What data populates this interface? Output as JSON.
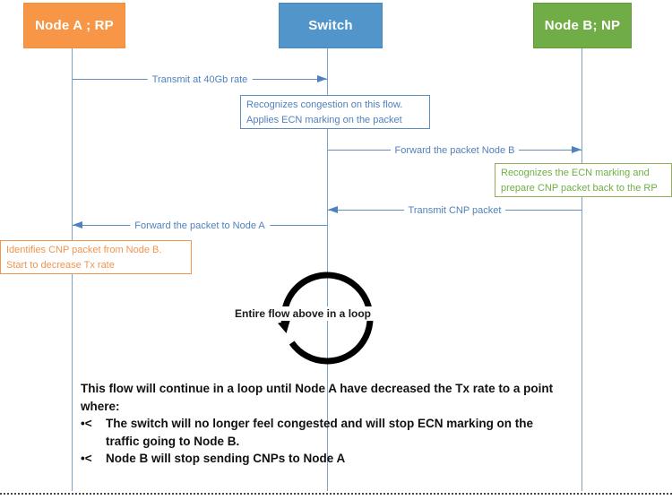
{
  "actors": [
    {
      "id": "node-a",
      "label": "Node A ; RP",
      "role": "reaction-point",
      "fill": "#F79646"
    },
    {
      "id": "switch",
      "label": "Switch",
      "role": "congestion-point",
      "fill": "#5295CB"
    },
    {
      "id": "node-b",
      "label": "Node B; NP",
      "role": "notification-point",
      "fill": "#70AD47"
    }
  ],
  "messages": [
    {
      "label": "Transmit at 40Gb rate",
      "from": "Node A ; RP",
      "to": "Switch",
      "direction": "right"
    },
    {
      "label": "Forward the packet Node B",
      "from": "Switch",
      "to": "Node B; NP",
      "direction": "right"
    },
    {
      "label": "Transmit CNP packet",
      "from": "Node B; NP",
      "to": "Switch",
      "direction": "left"
    },
    {
      "label": "Forward the packet to Node A",
      "from": "Switch",
      "to": "Node A ; RP",
      "direction": "left"
    }
  ],
  "notes": [
    {
      "id": "switch-congestion-note",
      "color": "#4F81BD",
      "lines": [
        "Recognizes congestion on this flow.",
        "Applies ECN marking on the packet"
      ]
    },
    {
      "id": "node-b-ecn-note",
      "color": "#6FAF44",
      "lines": [
        "Recognizes the ECN marking and",
        "prepare CNP packet back to the RP"
      ]
    },
    {
      "id": "node-a-cnp-note",
      "color": "#F0954F",
      "lines": [
        "Identifies CNP packet from Node B.",
        "Start to decrease Tx rate"
      ]
    }
  ],
  "loop": {
    "label": "Entire flow above in a loop"
  },
  "footer": {
    "intro": "This flow will continue in a loop until Node A have decreased the Tx rate to a point where:",
    "bullets": [
      {
        "marker": "•<",
        "text": "The switch will no longer feel congested and will stop ECN marking on the traffic going to Node B."
      },
      {
        "marker": "•<",
        "text": "Node B will stop sending CNPs to Node A"
      }
    ]
  },
  "colors": {
    "node_a_orange": "#F79646",
    "switch_blue": "#5295CB",
    "node_b_green": "#70AD47",
    "message_line_blue": "#628FBE",
    "message_text_blue": "#4F81BD",
    "lifeline_blue": "#7aa3cc",
    "loop_arrow_black": "#000000"
  }
}
